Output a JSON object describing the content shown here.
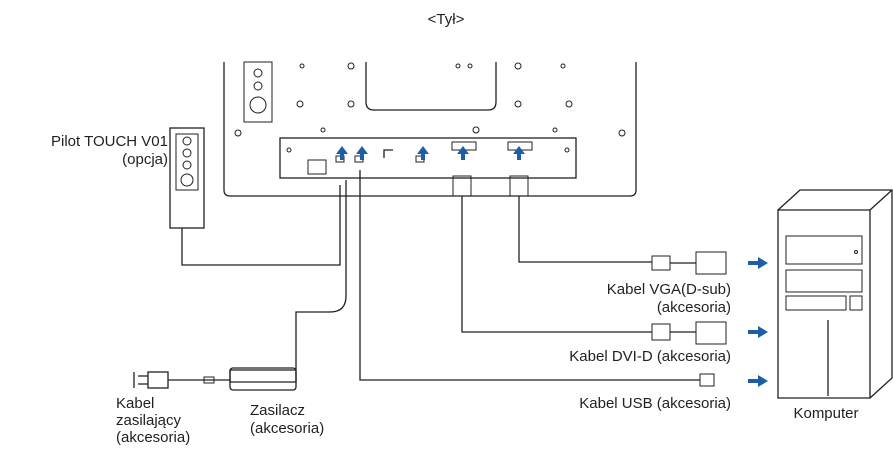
{
  "view_title": "<Tył>",
  "labels": {
    "remote": [
      "Pilot TOUCH V01",
      "(opcja)"
    ],
    "vga": [
      "Kabel VGA(D-sub)",
      "(akcesoria)"
    ],
    "dvi": "Kabel DVI-D (akcesoria)",
    "usb": "Kabel USB (akcesoria)",
    "power_cable": [
      "Kabel",
      "zasilający",
      "(akcesoria)"
    ],
    "adapter": [
      "Zasilacz",
      "(akcesoria)"
    ],
    "computer": "Komputer"
  },
  "colors": {
    "arrow": "#1c5fa8",
    "line": "#231f20"
  }
}
